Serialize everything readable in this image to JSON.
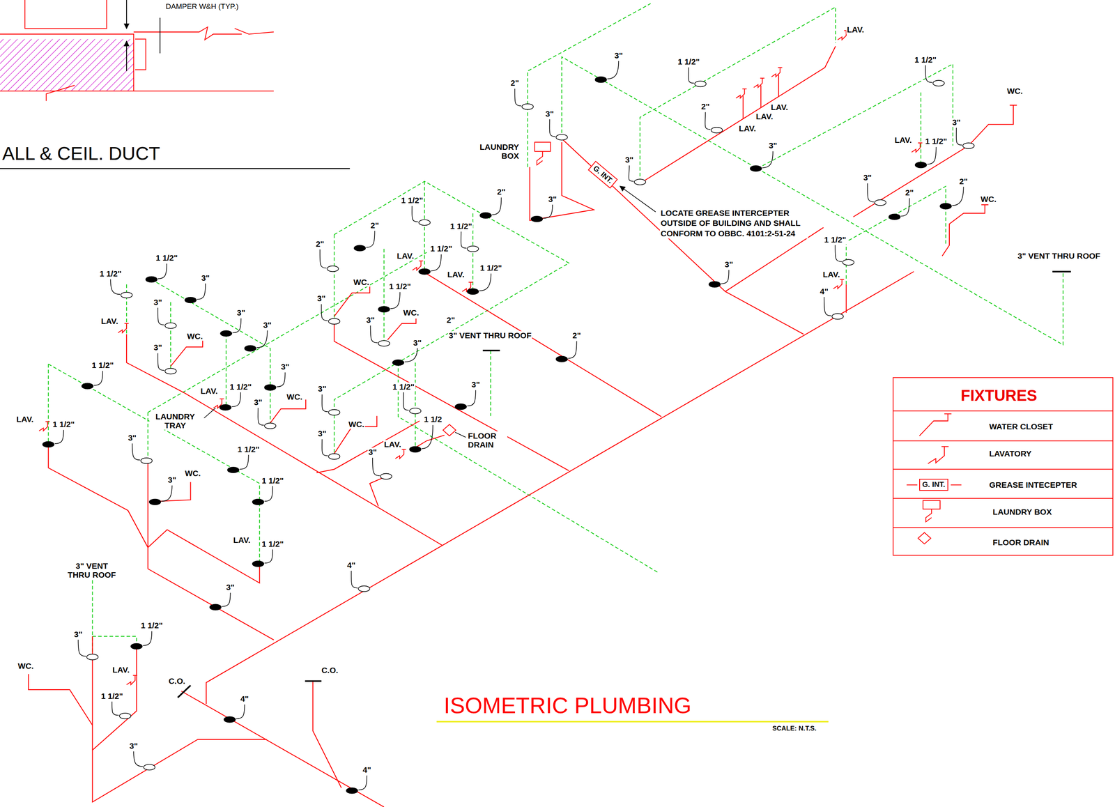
{
  "diagram": {
    "title": "ISOMETRIC PLUMBING",
    "nodes": [
      {
        "text": [
          "G. INT."
        ]
      },
      {
        "text": [
          "G. INT."
        ]
      }
    ],
    "labels": [
      "DAMPER W&H (TYP.)",
      "ALL & CEIL. DUCT",
      "LAV.",
      "3\"",
      "1 1/2\"",
      "2\"",
      "3\"",
      "2\"",
      "LAV.",
      "LAV.",
      "LAV.",
      "LAUNDRY BOX",
      "3\"",
      "3\"",
      "LOCATE GREASE INTERCEPTER OUTSIDE OF BUILDING AND SHALL CONFORM TO OBBC. 4101:2-51-24",
      "3\"",
      "1 1/2\"",
      "WC.",
      "LAV.",
      "1 1/2\"",
      "3\"",
      "3\"",
      "2\"",
      "2\"",
      "WC.",
      "3\" VENT THRU ROOF",
      "1 1/2\"",
      "LAV.",
      "4\"",
      "3\"",
      "1 1/2\"",
      "2\"",
      "1 1/2\"",
      "2\"",
      "1 1/2\"",
      "2\"",
      "LAV.",
      "LAV.",
      "1 1/2\"",
      "WC.",
      "1 1/2\"",
      "3\"",
      "WC.",
      "3\"",
      "2\"",
      "3\" VENT THRU ROOF",
      "2\"",
      "3\"",
      "1 1/2\"",
      "1 1/2\"",
      "3\"",
      "3\"",
      "LAV.",
      "3\"",
      "3\"",
      "WC.",
      "3\"",
      "1 1/2\"",
      "3\"",
      "LAV.",
      "1 1/2\"",
      "3\"",
      "1 1/2\"",
      "3\"",
      "WC.",
      "LAUNDRY TRAY",
      "3\"",
      "LAV.",
      "1 1/2\"",
      "1 1/2",
      "FLOOR DRAIN",
      "WC.",
      "3\"",
      "3\"",
      "LAV.",
      "3\"",
      "1 1/2\"",
      "3\"",
      "WC.",
      "1 1/2\"",
      "LAV.",
      "1 1/2\"",
      "4\"",
      "3\"",
      "3\" VENT THRU ROOF",
      "3\"",
      "1 1/2\"",
      "WC.",
      "LAV.",
      "C.O.",
      "C.O.",
      "1 1/2\"",
      "4\"",
      "3\"",
      "4\"",
      "SCALE: N.T.S.",
      "FIXTURES"
    ],
    "legend": [
      {
        "text": "WATER CLOSET"
      },
      {
        "text": "LAVATORY"
      },
      {
        "text": "GREASE INTECEPTER"
      },
      {
        "text": "LAUNDRY BOX"
      },
      {
        "text": "FLOOR DRAIN"
      }
    ]
  }
}
